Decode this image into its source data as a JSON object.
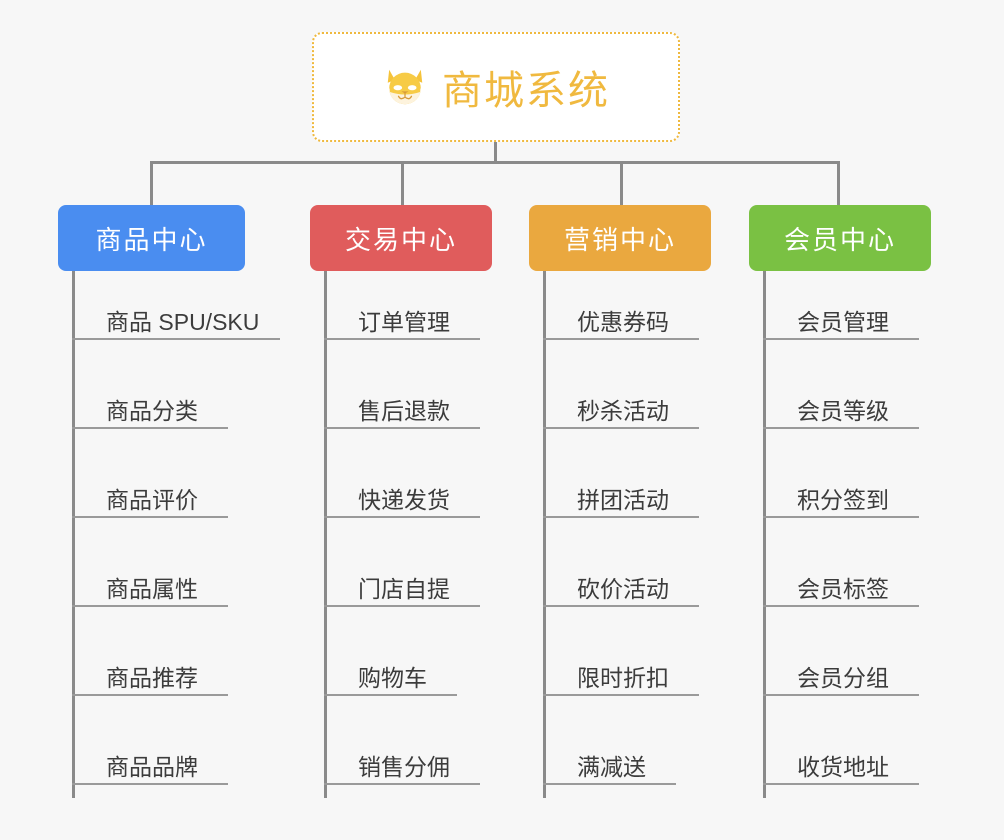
{
  "root": {
    "icon": "shiba-dog-icon",
    "title": "商城系统"
  },
  "colors": {
    "background": "#f7f7f7",
    "root_border": "#efb93f",
    "root_text": "#f0b93f",
    "connector": "#8a8a8a",
    "leaf_text": "#3c3c3c",
    "leaf_rule": "#9a9a9a",
    "product_center": "#4a8df0",
    "trade_center": "#e05c5c",
    "marketing_center": "#eaa83f",
    "member_center": "#7ac143"
  },
  "columns": [
    {
      "id": "product-center",
      "title": "商品中心",
      "color": "#4a8df0",
      "items": [
        "商品 SPU/SKU",
        "商品分类",
        "商品评价",
        "商品属性",
        "商品推荐",
        "商品品牌"
      ]
    },
    {
      "id": "trade-center",
      "title": "交易中心",
      "color": "#e05c5c",
      "items": [
        "订单管理",
        "售后退款",
        "快递发货",
        "门店自提",
        "购物车",
        "销售分佣"
      ]
    },
    {
      "id": "marketing-center",
      "title": "营销中心",
      "color": "#eaa83f",
      "items": [
        "优惠券码",
        "秒杀活动",
        "拼团活动",
        "砍价活动",
        "限时折扣",
        "满减送"
      ]
    },
    {
      "id": "member-center",
      "title": "会员中心",
      "color": "#7ac143",
      "items": [
        "会员管理",
        "会员等级",
        "积分签到",
        "会员标签",
        "会员分组",
        "收货地址"
      ]
    }
  ]
}
